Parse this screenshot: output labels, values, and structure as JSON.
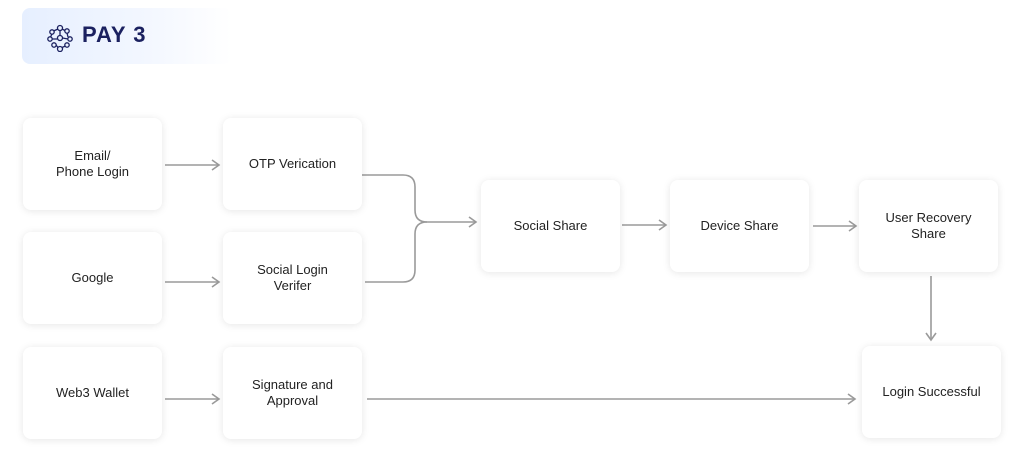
{
  "logo": {
    "text": "PAY 3",
    "icon": "network-nodes-icon"
  },
  "nodes": {
    "email": "Email/\nPhone Login",
    "otp": "OTP Verication",
    "google": "Google",
    "social_verifier": "Social Login\nVerifer",
    "web3": "Web3 Wallet",
    "signature": "Signature and\nApproval",
    "social_share": "Social Share",
    "device_share": "Device Share",
    "user_recovery": "User Recovery\nShare",
    "login_success": "Login Successful"
  },
  "colors": {
    "arrow": "#9a9a9a",
    "logo_text": "#1b2160"
  }
}
